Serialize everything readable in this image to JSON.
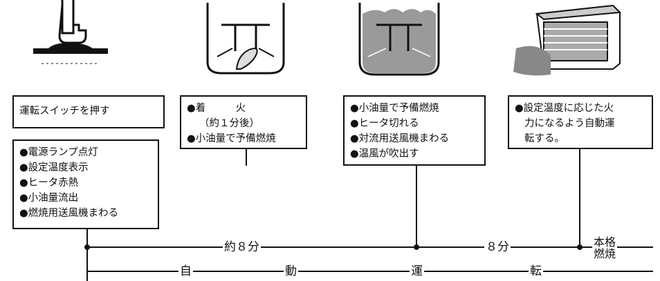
{
  "steps": {
    "switch_label": "運転スイッチを押す",
    "startup_items": [
      "●電源ランプ点灯",
      "●設定温度表示",
      "●ヒータ赤熱",
      "●小油量流出",
      "●燃焼用送風機まわる"
    ],
    "ignition_items": [
      "●着　　　火",
      "（約１分後）",
      "●小油量で予備燃焼"
    ],
    "preburn_items": [
      "●小油量で予備燃焼",
      "●ヒータ切れる",
      "●対流用送風機まわる",
      "●温風が吹出す"
    ],
    "auto_items": [
      "●設定温度に応じた火",
      "力になるよう自動運",
      "転する。"
    ]
  },
  "timeline": {
    "interval1": "約８分",
    "interval2": "８分",
    "final_line1": "本格",
    "final_line2": "燃焼",
    "auto_chars": [
      "自",
      "動",
      "運",
      "転"
    ]
  }
}
